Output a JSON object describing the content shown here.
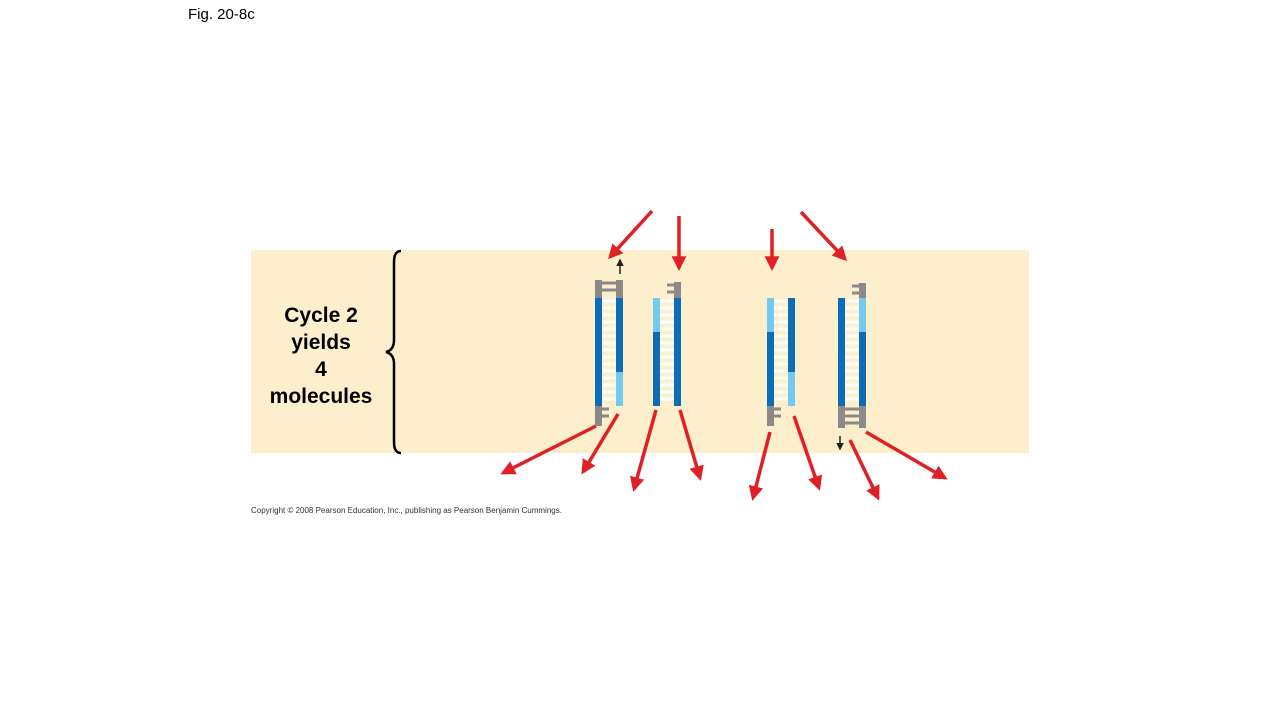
{
  "figure_label": "Fig. 20-8c",
  "cycle_label": {
    "line1": "Cycle 2",
    "line2": "yields",
    "line3": "4",
    "line4": "molecules"
  },
  "copyright": "Copyright © 2008 Pearson Education, Inc., publishing as Pearson Benjamin Cummings.",
  "colors": {
    "panel_background": "#fdefcc",
    "strand_dark_blue": "#0b6db8",
    "strand_light_blue": "#74c9ee",
    "strand_gray": "#8a8a8a",
    "base_pair_rungs": "#ffffff",
    "arrow_red": "#e01f26",
    "arrow_small": "#222222"
  }
}
